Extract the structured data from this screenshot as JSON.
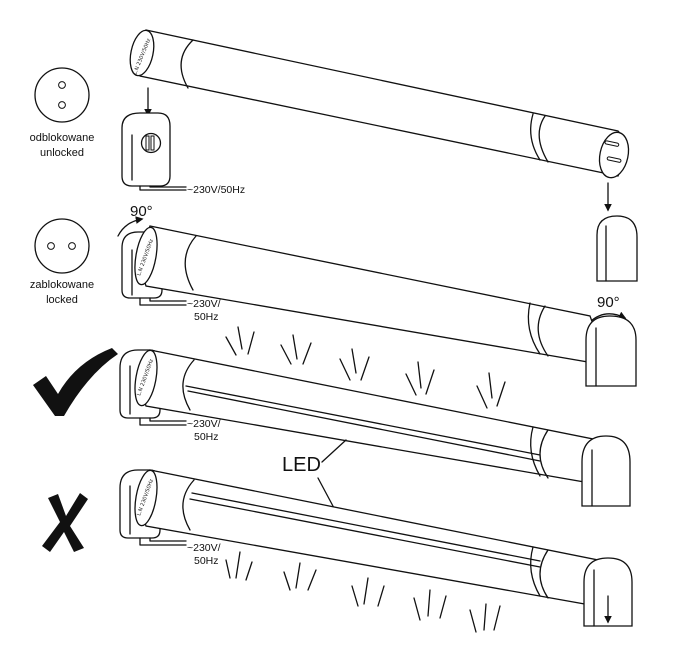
{
  "states": {
    "unlocked": {
      "polish": "odblokowane",
      "english": "unlocked"
    },
    "locked": {
      "polish": "zablokowane",
      "english": "locked"
    }
  },
  "rotation_label": "90°",
  "voltage": {
    "full": "~230V/50Hz",
    "line1": "~230V/",
    "line2": "50Hz"
  },
  "tube_print": "L.N 230V/50Hz",
  "led_label": "LED",
  "marks": {
    "correct": "check-mark",
    "wrong": "x-mark"
  }
}
